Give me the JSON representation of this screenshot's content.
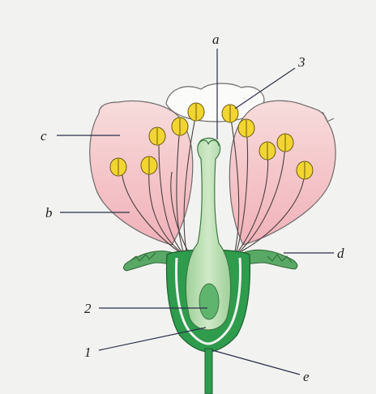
{
  "diagram": {
    "labels": {
      "a": "a",
      "three": "3",
      "c": "c",
      "b": "b",
      "d": "d",
      "two": "2",
      "one": "1",
      "e": "e"
    },
    "colors": {
      "background": "#f2f3f0",
      "petal_fill": "#f4c6c8",
      "petal_stroke": "#7a6a6a",
      "receptacle_green": "#2e9b4d",
      "pistil_green": "#b8dcb0",
      "ovule_green": "#5fb46e",
      "anther_yellow": "#f2d530",
      "leader_line": "#2b2f4a"
    }
  }
}
